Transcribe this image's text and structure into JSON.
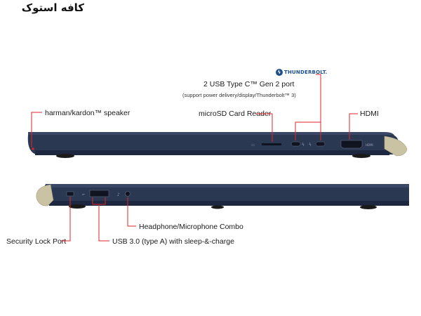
{
  "watermark": {
    "text": "کافه استوک"
  },
  "brand": {
    "thunderbolt": "THUNDERBOLT."
  },
  "labels": {
    "speaker": "harman/kardon™ speaker",
    "usb_c_title": "2 USB Type C™ Gen 2 port",
    "usb_c_sub": "(support power delivery/display/Thunderbolt™ 3)",
    "microsd": "microSD Card Reader",
    "hdmi": "HDMI",
    "security": "Security Lock Port",
    "usb3": "USB 3.0 (type A) with sleep-&-charge",
    "headphone": "Headphone/Microphone Combo"
  },
  "port_markings": {
    "hdmi": "HDMI"
  },
  "colors": {
    "chassis": "#2b3852",
    "chassis_dark": "#1d2740",
    "hinge": "#c9c3a4",
    "callout": "#e0262b",
    "thunderbolt": "#1b4f8c"
  }
}
